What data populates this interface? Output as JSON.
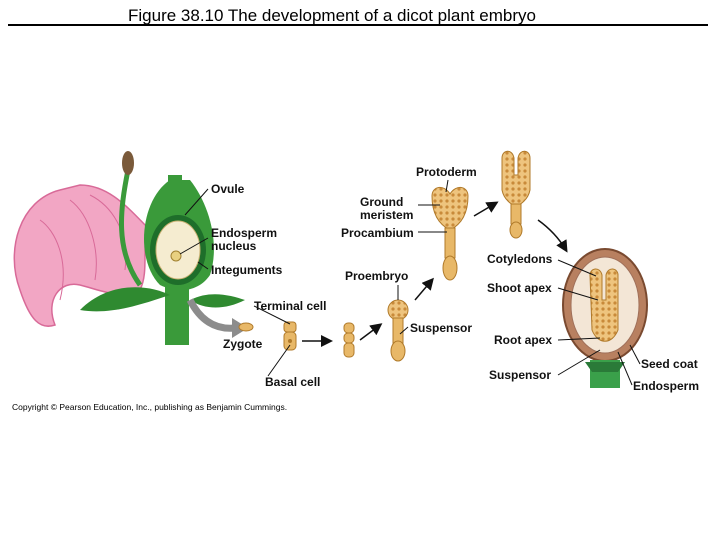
{
  "title": "Figure 38.10  The development of a dicot plant embryo",
  "labels": {
    "ovule": "Ovule",
    "endosperm_nucleus_1": "Endosperm",
    "endosperm_nucleus_2": "nucleus",
    "integuments": "Integuments",
    "zygote": "Zygote",
    "terminal_cell": "Terminal cell",
    "basal_cell": "Basal cell",
    "proembryo": "Proembryo",
    "suspensor": "Suspensor",
    "protoderm": "Protoderm",
    "ground_meristem_1": "Ground",
    "ground_meristem_2": "meristem",
    "procambium": "Procambium",
    "cotyledons": "Cotyledons",
    "shoot_apex": "Shoot apex",
    "root_apex": "Root apex",
    "suspensor_2": "Suspensor",
    "seed_coat": "Seed coat",
    "endosperm": "Endosperm"
  },
  "copyright": "Copyright © Pearson Education, Inc., publishing as Benjamin Cummings.",
  "colors": {
    "petal": "#f2a6c4",
    "petal_edge": "#d86a98",
    "stem_green": "#3a9a3a",
    "dark_green": "#1e6e2a",
    "embryo_tan": "#e8b868",
    "embryo_edge": "#b07a2a",
    "seed_coat": "#9a6a4a",
    "arrow_gray": "#8c8c8c"
  }
}
